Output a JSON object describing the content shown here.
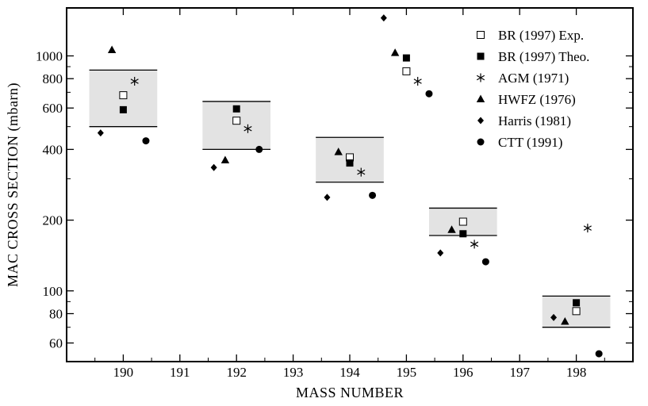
{
  "chart_data": {
    "type": "scatter",
    "xlabel": "MASS  NUMBER",
    "ylabel": "MAC  CROSS  SECTION  (mbarn)",
    "xlim": [
      189,
      199
    ],
    "ylim": [
      50,
      1600
    ],
    "yscale": "log",
    "x_ticks": [
      190,
      191,
      192,
      193,
      194,
      195,
      196,
      197,
      198
    ],
    "y_ticks": [
      60,
      80,
      100,
      200,
      400,
      600,
      800,
      1000
    ],
    "grid": false,
    "legend_position": "top-right",
    "bands": [
      {
        "x": 190,
        "low": 500,
        "high": 870
      },
      {
        "x": 192,
        "low": 400,
        "high": 640
      },
      {
        "x": 194,
        "low": 290,
        "high": 450
      },
      {
        "x": 196,
        "low": 172,
        "high": 225
      },
      {
        "x": 198,
        "low": 70,
        "high": 95
      }
    ],
    "series": [
      {
        "name": "BR (1997)  Exp.",
        "marker": "open-square",
        "x": [
          190,
          192,
          194,
          195,
          196,
          198
        ],
        "y": [
          680,
          530,
          370,
          860,
          197,
          82
        ]
      },
      {
        "name": "BR (1997)  Theo.",
        "marker": "filled-square",
        "x": [
          190,
          192,
          194,
          195,
          196,
          198
        ],
        "y": [
          590,
          595,
          350,
          980,
          175,
          89
        ]
      },
      {
        "name": "AGM  (1971)",
        "marker": "asterisk",
        "x": [
          190.2,
          192.2,
          194.2,
          195.2,
          196.2,
          198.2
        ],
        "y": [
          780,
          490,
          320,
          780,
          158,
          185
        ]
      },
      {
        "name": "HWFZ  (1976)",
        "marker": "triangle",
        "x": [
          189.8,
          191.8,
          193.8,
          194.8,
          195.8,
          197.8
        ],
        "y": [
          1060,
          360,
          390,
          1030,
          182,
          74
        ]
      },
      {
        "name": "Harris  (1981)",
        "marker": "diamond",
        "x": [
          189.6,
          191.6,
          193.6,
          194.6,
          195.6,
          197.6
        ],
        "y": [
          470,
          335,
          250,
          1450,
          145,
          77
        ]
      },
      {
        "name": "CTT  (1991)",
        "marker": "circle",
        "x": [
          190.4,
          192.4,
          194.4,
          195.4,
          196.4,
          198.4
        ],
        "y": [
          435,
          400,
          255,
          690,
          133,
          54
        ]
      }
    ]
  }
}
